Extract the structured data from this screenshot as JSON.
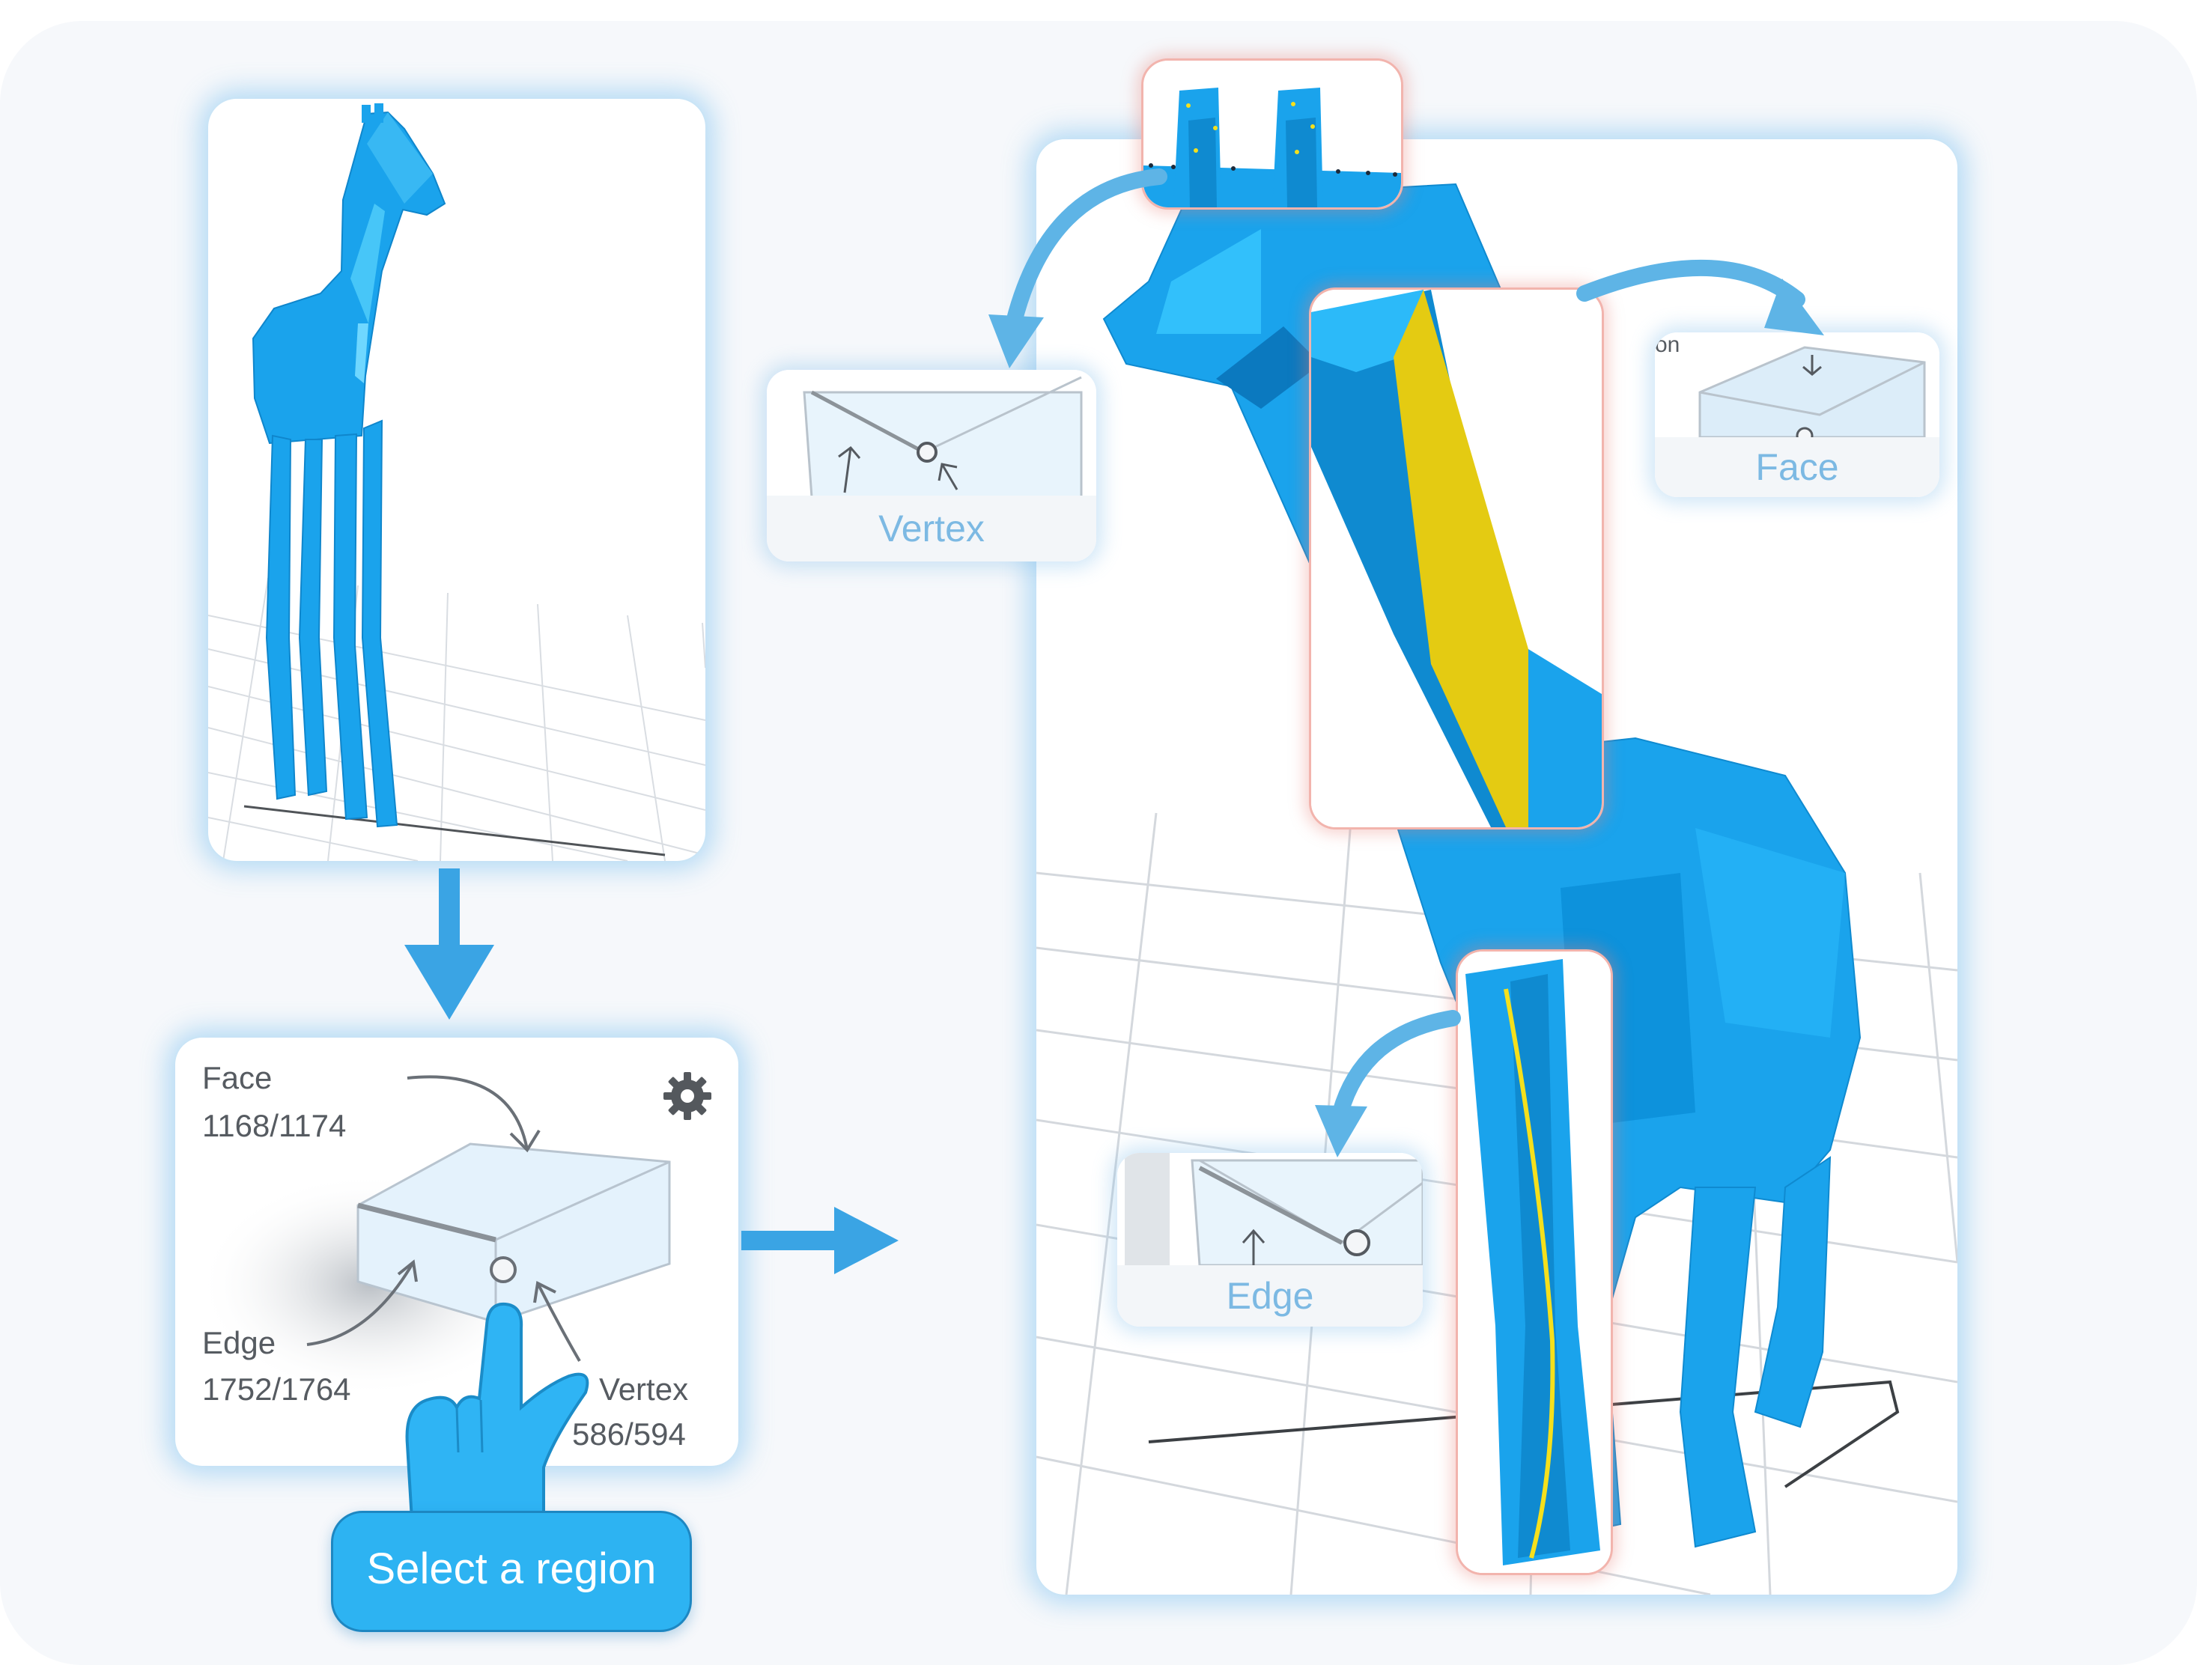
{
  "selection_panel": {
    "face": {
      "label": "Face",
      "count": "1168/1174"
    },
    "edge": {
      "label": "Edge",
      "count": "1752/1764"
    },
    "vertex": {
      "label": "Vertex",
      "count": "586/594"
    },
    "settings_icon": "gear-icon"
  },
  "callouts": {
    "vertex_label": "Vertex",
    "face_label": "Face",
    "face_fragment": "on",
    "edge_label": "Edge"
  },
  "select_button": {
    "label": "Select a region"
  },
  "icons": [
    "gear-icon",
    "pointing-hand-icon"
  ],
  "colors": {
    "accent_blue": "#2db3f2",
    "model_blue": "#1aa3ec",
    "selection_yellow": "#e4cb12",
    "zoom_border": "#f2b4ad",
    "label_blue": "#7cb9e3"
  }
}
